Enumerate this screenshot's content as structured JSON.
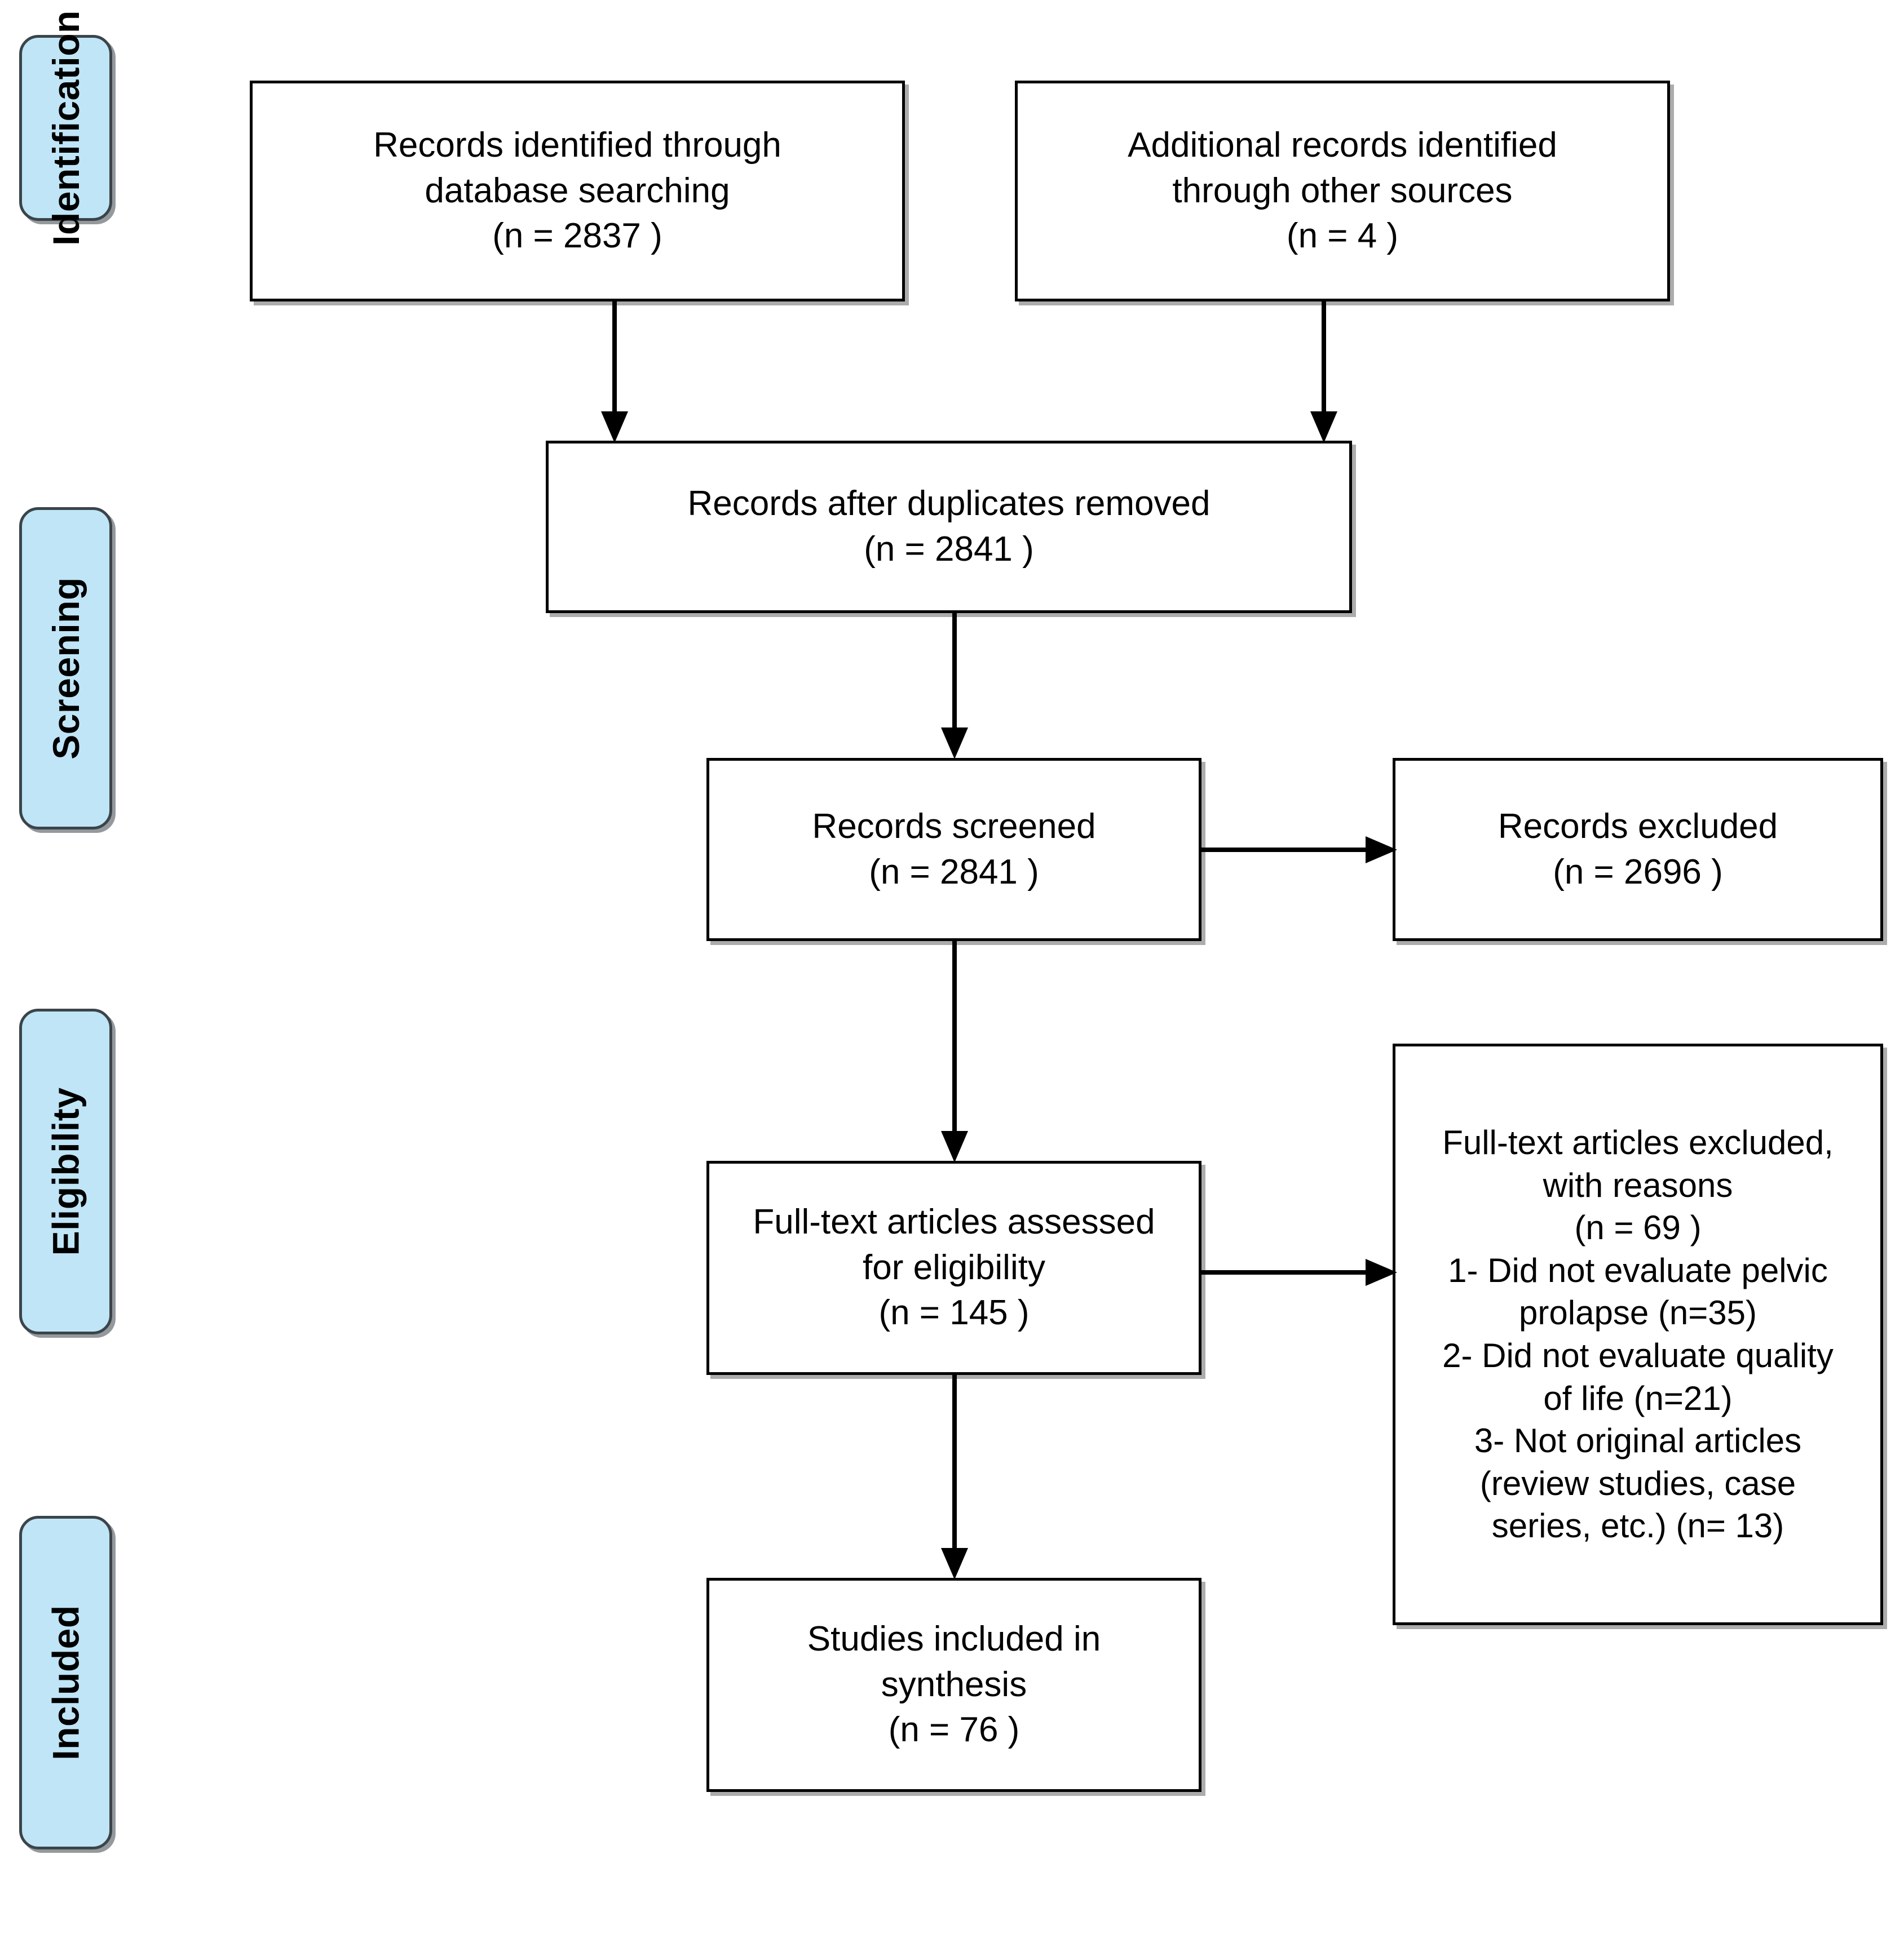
{
  "diagram": {
    "type": "prisma-flow-diagram",
    "stages": [
      {
        "id": "identification",
        "label": "Identification"
      },
      {
        "id": "screening",
        "label": "Screening"
      },
      {
        "id": "eligibility",
        "label": "Eligibility"
      },
      {
        "id": "included",
        "label": "Included"
      }
    ],
    "boxes": {
      "db_search": {
        "lines": [
          "Records identified through",
          "database searching",
          "(n =  2837 )"
        ]
      },
      "other_sources": {
        "lines": [
          "Additional records identified",
          "through other sources",
          "(n =  4 )"
        ]
      },
      "duplicates_removed": {
        "lines": [
          "Records after duplicates removed",
          "(n =  2841 )"
        ]
      },
      "records_screened": {
        "lines": [
          "Records screened",
          "(n =  2841 )"
        ]
      },
      "records_excluded": {
        "lines": [
          "Records excluded",
          "(n =  2696 )"
        ]
      },
      "fulltext_assessed": {
        "lines": [
          "Full-text articles assessed",
          "for eligibility",
          "(n =  145 )"
        ]
      },
      "fulltext_excluded": {
        "lines": [
          "Full-text articles excluded,",
          "with reasons",
          "(n =  69 )",
          "1- Did not evaluate pelvic",
          "prolapse (n=35)",
          "2- Did not evaluate quality",
          "of life (n=21)",
          "3- Not original articles",
          "(review studies, case",
          "series, etc.) (n= 13)"
        ]
      },
      "studies_included": {
        "lines": [
          "Studies included in",
          "synthesis",
          "(n =  76 )"
        ]
      }
    },
    "colors": {
      "stage_fill": "#bfe5f7",
      "stage_border": "#3b4449",
      "box_border": "#000000",
      "connector": "#000000",
      "background": "#ffffff"
    }
  }
}
